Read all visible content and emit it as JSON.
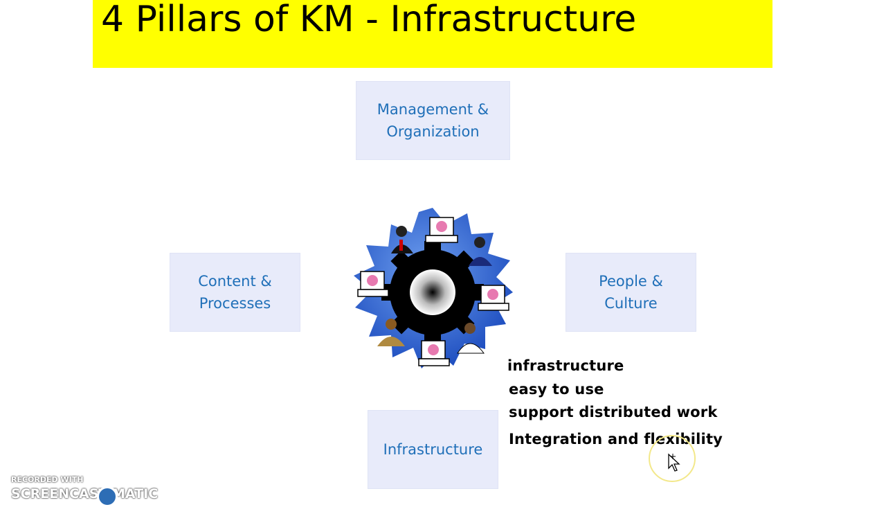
{
  "slide": {
    "title": "4 Pillars of KM - Infrastructure",
    "title_bg": "#ffff00",
    "box_bg": "#e8ebfa",
    "box_text_color": "#1f6fb8"
  },
  "pillars": {
    "top": {
      "line1": "Management &",
      "line2": "Organization"
    },
    "left": {
      "line1": "Content &",
      "line2": "Processes"
    },
    "right": {
      "line1": "People &",
      "line2": "Culture"
    },
    "bottom": {
      "line1": "Infrastructure"
    }
  },
  "notes": [
    "infrastructure",
    "easy to use",
    "support distributed work",
    "Integration and flexibility"
  ],
  "center_graphic": {
    "icon": "gear-network-icon"
  },
  "cursor": {
    "icon": "move-cursor-icon",
    "highlight_color": "#f3e88a"
  },
  "watermark": {
    "line1": "RECORDED WITH",
    "line2": "SCREENCAST    MATIC"
  }
}
